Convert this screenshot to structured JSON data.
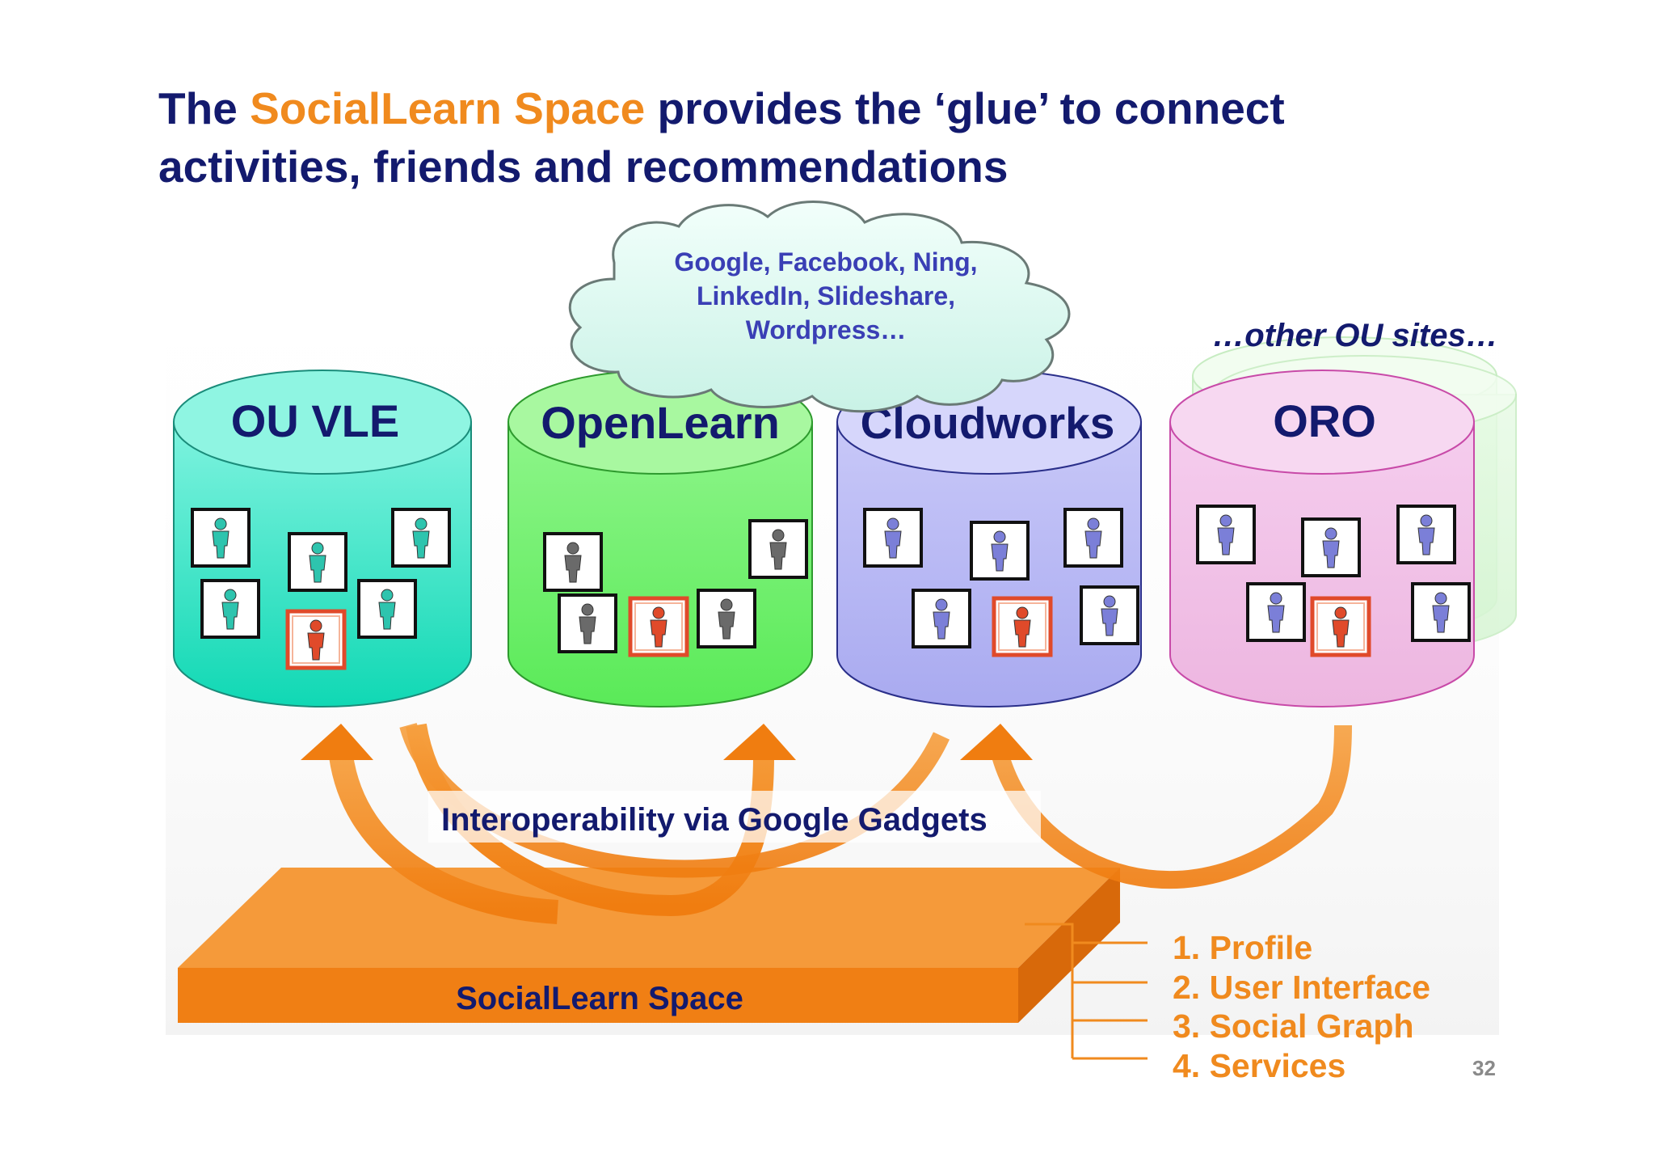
{
  "title": {
    "prefix": "The ",
    "highlight": "SocialLearn Space",
    "line1_rest": " provides the ‘glue’ to connect",
    "line2": "activities, friends and recommendations"
  },
  "cloud": {
    "lines": [
      "Google, Facebook, Ning,",
      "LinkedIn, Slideshare,",
      "Wordpress…"
    ]
  },
  "other_sites": "…other OU sites…",
  "databases": [
    {
      "label": "OU VLE",
      "body_color": "#2de0c0",
      "top_color": "#8ff5e2",
      "person_color": "#2ec4ae"
    },
    {
      "label": "OpenLearn",
      "body_color": "#6cf06c",
      "top_color": "#a8f8a0",
      "person_color": "#6a6a6a"
    },
    {
      "label": "Cloudworks",
      "body_color": "#b5b5f5",
      "top_color": "#d6d6fb",
      "person_color": "#7b7fd8"
    },
    {
      "label": "ORO",
      "body_color": "#f0bde6",
      "top_color": "#f7d8f1",
      "person_color": "#7b7fd8"
    }
  ],
  "interop_label": "Interoperability via Google Gadgets",
  "platform_label": "SocialLearn Space",
  "features": [
    "1. Profile",
    "2. User Interface",
    "3. Social Graph",
    "4. Services"
  ],
  "page_number": "32",
  "colors": {
    "navy": "#131a6e",
    "orange": "#f08a1e",
    "highlight_person": "#e04a2a"
  }
}
